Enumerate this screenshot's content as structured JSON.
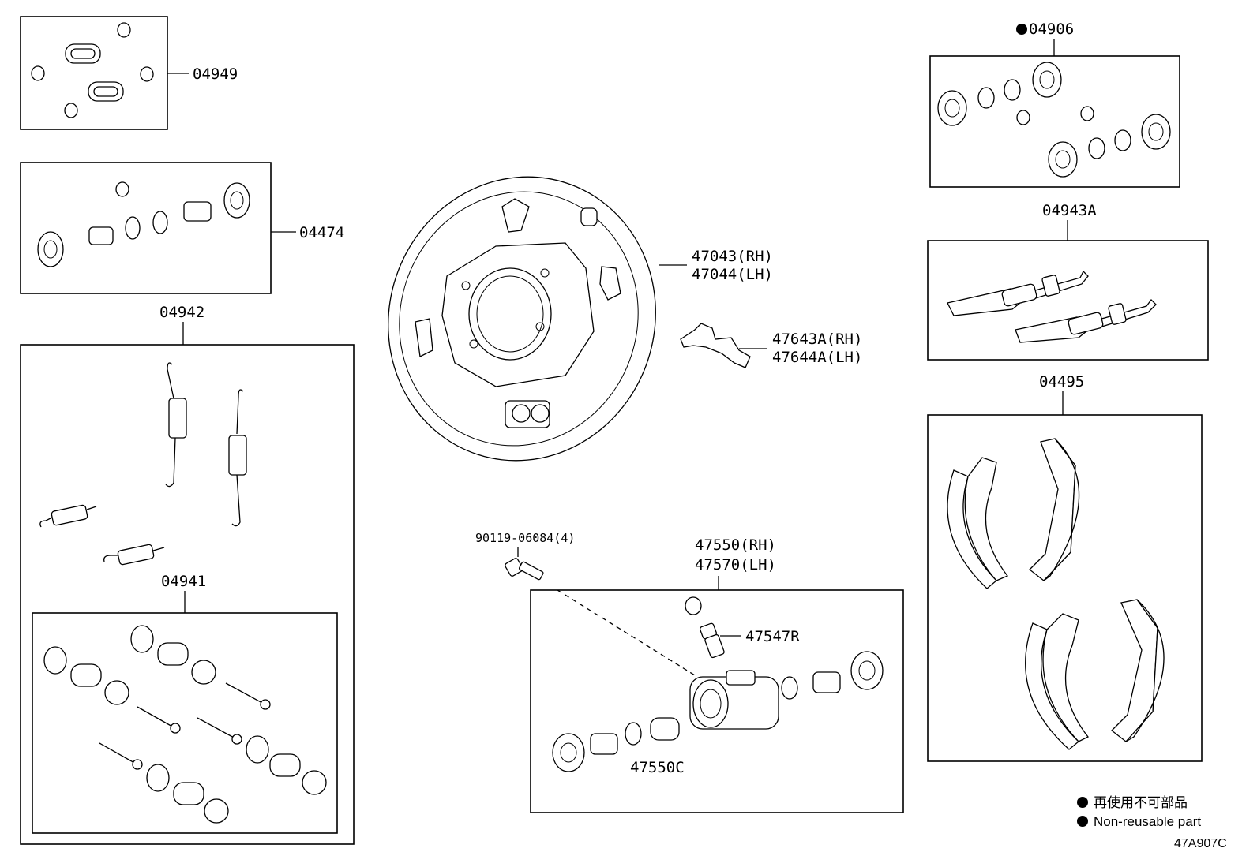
{
  "parts": {
    "p04949": "04949",
    "p04474": "04474",
    "p04942": "04942",
    "p04941": "04941",
    "p47043": "47043(RH)",
    "p47044": "47044(LH)",
    "p47643": "47643A(RH)",
    "p47644": "47644A(LH)",
    "p90119": "90119-06084(4)",
    "p47550": "47550(RH)",
    "p47570": "47570(LH)",
    "p47547": "47547R",
    "p47550c": "47550C",
    "p04906": "04906",
    "p04943": "04943A",
    "p04495": "04495"
  },
  "legend": {
    "jp": "再使用不可部品",
    "en": "Non-reusable part"
  },
  "diagram_code": "47A907C"
}
